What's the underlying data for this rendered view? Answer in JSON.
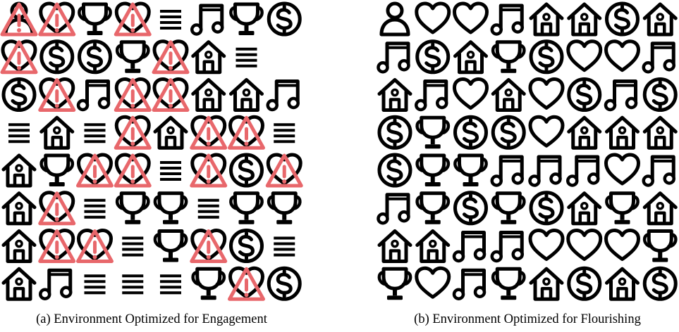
{
  "legend_colors": {
    "stroke": "#000000",
    "warning": "#e8676b"
  },
  "panels": [
    {
      "caption": "(a) Environment Optimized for Engagement",
      "grid": [
        [
          "person-warn",
          "heart-warn",
          "trophy",
          "heart-warn",
          "menu",
          "music",
          "trophy",
          "dollar"
        ],
        [
          "heart-warn",
          "dollar",
          "dollar",
          "trophy",
          "heart-warn",
          "home",
          "menu",
          "none"
        ],
        [
          "dollar",
          "heart-warn",
          "music",
          "heart-warn",
          "heart-warn",
          "home",
          "home",
          "music"
        ],
        [
          "menu",
          "home",
          "menu",
          "heart-warn",
          "home",
          "heart-warn",
          "heart-warn",
          "menu"
        ],
        [
          "home",
          "trophy",
          "heart-warn",
          "heart-warn",
          "menu",
          "heart-warn",
          "dollar",
          "heart-warn"
        ],
        [
          "home",
          "heart-warn",
          "menu",
          "trophy",
          "trophy",
          "menu",
          "trophy",
          "trophy"
        ],
        [
          "home",
          "heart-warn",
          "heart-warn",
          "menu",
          "trophy",
          "heart-warn",
          "dollar",
          "menu"
        ],
        [
          "home",
          "music",
          "menu",
          "menu",
          "menu",
          "trophy",
          "heart-warn",
          "dollar"
        ]
      ]
    },
    {
      "caption": "(b) Environment Optimized for Flourishing",
      "grid": [
        [
          "person",
          "heart",
          "heart",
          "music",
          "home",
          "home",
          "dollar",
          "home"
        ],
        [
          "music",
          "dollar",
          "home",
          "trophy",
          "dollar",
          "heart",
          "heart",
          "music"
        ],
        [
          "home",
          "music",
          "heart",
          "home",
          "heart",
          "dollar",
          "music",
          "dollar"
        ],
        [
          "dollar",
          "trophy",
          "dollar",
          "dollar",
          "heart",
          "home",
          "home",
          "home"
        ],
        [
          "dollar",
          "trophy",
          "trophy",
          "music",
          "music",
          "music",
          "heart",
          "music"
        ],
        [
          "music",
          "trophy",
          "dollar",
          "trophy",
          "dollar",
          "home",
          "trophy",
          "home"
        ],
        [
          "home",
          "home",
          "music",
          "music",
          "heart",
          "heart",
          "heart",
          "trophy"
        ],
        [
          "trophy",
          "heart",
          "music",
          "trophy",
          "home",
          "dollar",
          "home",
          "dollar"
        ]
      ]
    }
  ]
}
